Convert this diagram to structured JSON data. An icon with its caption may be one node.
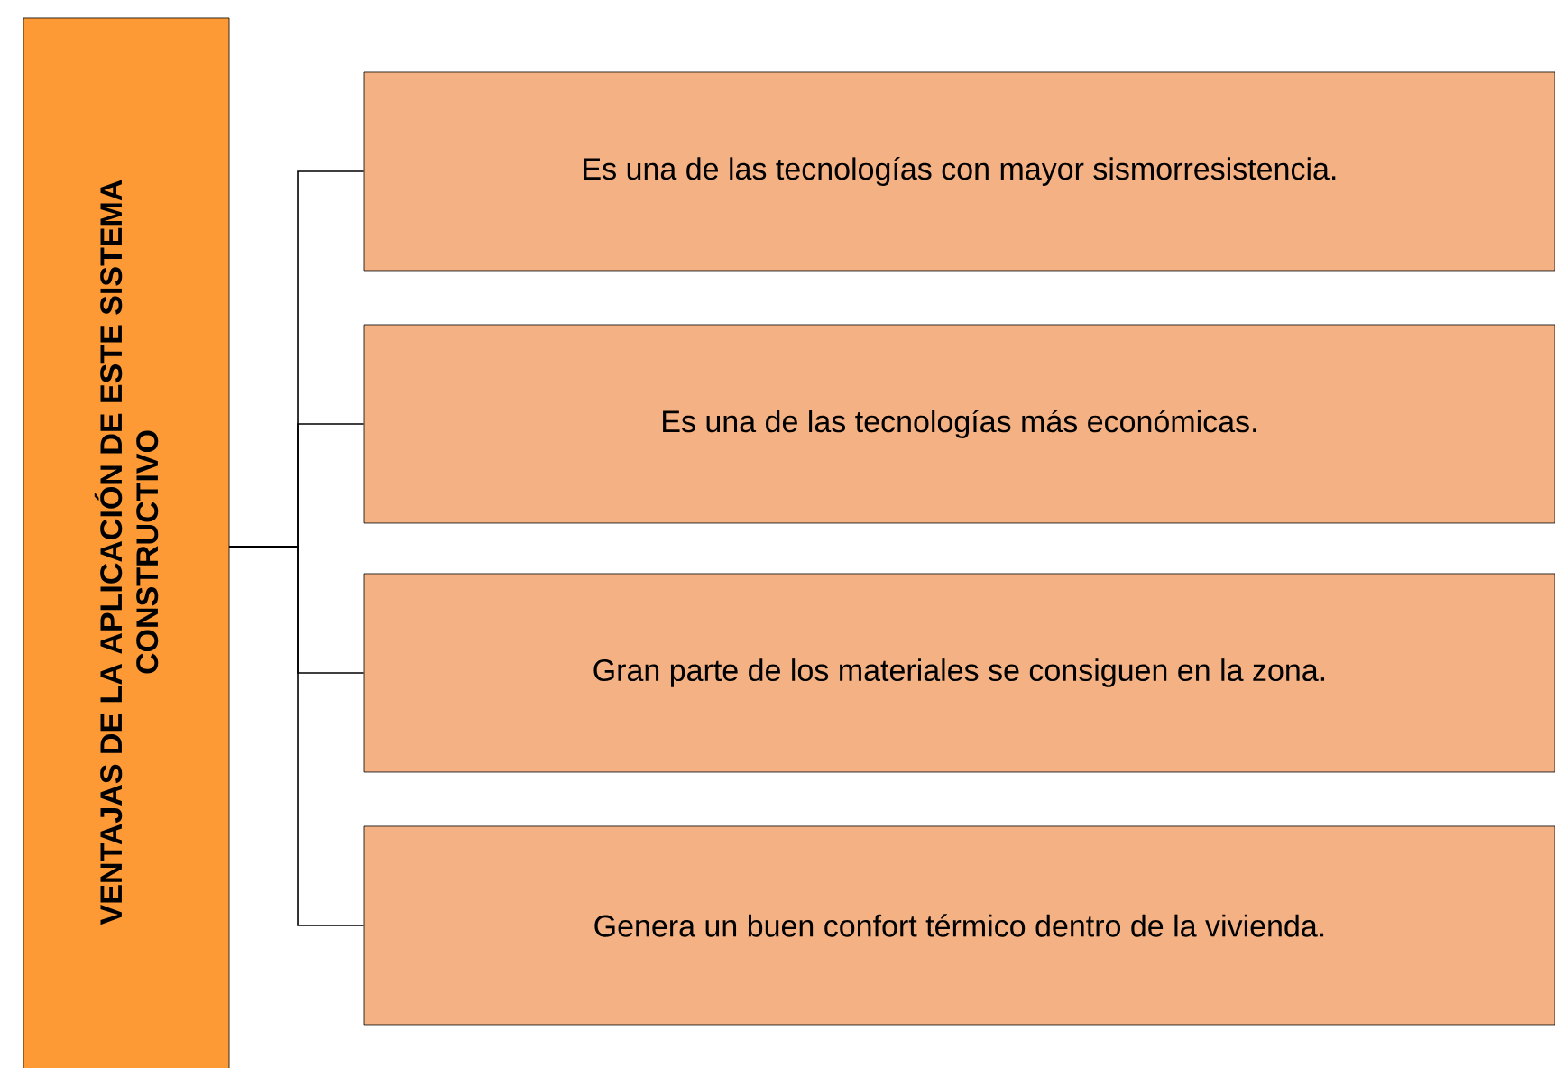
{
  "diagram": {
    "nodes": [
      {
        "text": [
          "VENTAJAS DE LA APLICACIÓN DE ESTE SISTEMA CONSTRUCTIVO"
        ]
      },
      {
        "text": [
          "Es una de las tecnologías con mayor sismorresistencia."
        ]
      },
      {
        "text": [
          "Es una de las tecnologías más económicas."
        ]
      },
      {
        "text": [
          "Gran parte de los materiales se consiguen en la zona."
        ]
      },
      {
        "text": [
          "Genera un buen confort térmico dentro de la vivienda."
        ]
      }
    ],
    "edges": [
      {
        "from": 0,
        "to": 1,
        "arrow": "none"
      },
      {
        "from": 0,
        "to": 2,
        "arrow": "none"
      },
      {
        "from": 0,
        "to": 3,
        "arrow": "none"
      },
      {
        "from": 0,
        "to": 4,
        "arrow": "none"
      }
    ]
  }
}
